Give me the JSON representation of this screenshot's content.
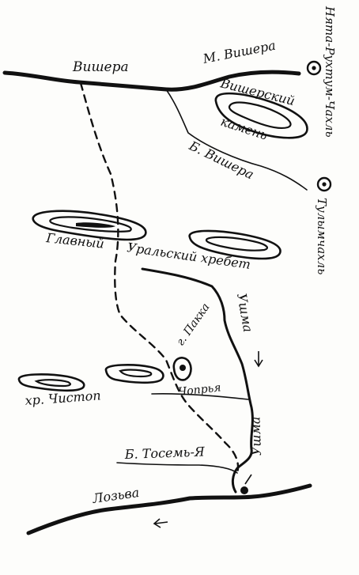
{
  "labels": {
    "vishera": "Вишера",
    "m_vishera": "М. Вишера",
    "visherskiy": "Вишерский",
    "kamen": "камень",
    "b_vishera": "Б. Вишера",
    "glavny": "Главный",
    "uralskiy_khrebet": "Уральский хребет",
    "ushma_river": "Ушма",
    "s_pakka": "г. Пакка",
    "choprya": "Чопрья",
    "khr_chistop": "хр. Чистоп",
    "b_tosem_ya": "Б. Тосемь-Я",
    "ushma_village": "Ушма",
    "lozva": "Лозьва",
    "nyata_rukhtum": "Нята-Рухтум-Чахль",
    "tulymchakhl": "Тулымчахль"
  },
  "icons": [
    "peak-symbol",
    "village-dot",
    "flow-arrow"
  ]
}
